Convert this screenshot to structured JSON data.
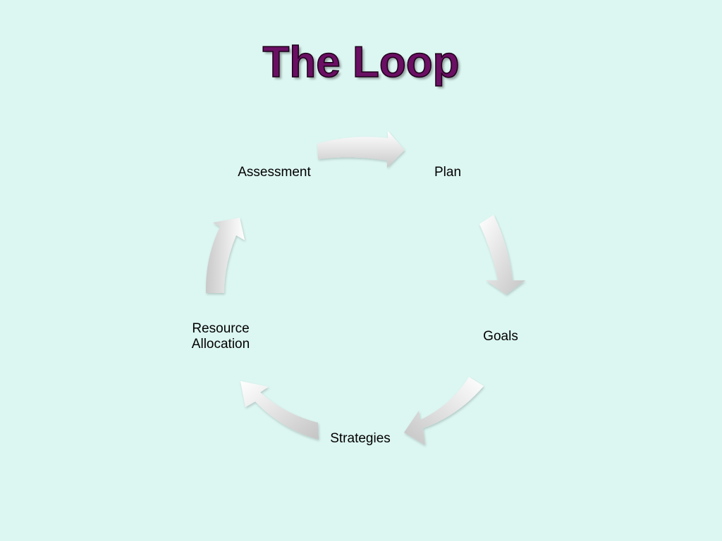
{
  "slide": {
    "title": "The Loop"
  },
  "cycle": {
    "nodes": [
      {
        "id": "plan",
        "label": "Plan"
      },
      {
        "id": "goals",
        "label": "Goals"
      },
      {
        "id": "strategies",
        "label": "Strategies"
      },
      {
        "id": "resource",
        "label_line1": "Resource",
        "label_line2": "Allocation"
      },
      {
        "id": "assessment",
        "label": "Assessment"
      }
    ],
    "arrow_color_light": "#ffffff",
    "arrow_color_dark": "#c8c8c8"
  },
  "colors": {
    "background": "#dcf6f1",
    "title": "#6a0f63"
  }
}
